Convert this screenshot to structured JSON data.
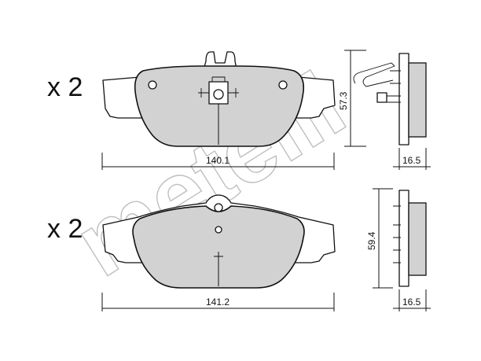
{
  "watermark": {
    "text": "metelli"
  },
  "pads": [
    {
      "quantity": "x 2",
      "width": "140.1",
      "height": "57.3",
      "thickness": "16.5"
    },
    {
      "quantity": "x 2",
      "width": "141.2",
      "height": "59.4",
      "thickness": "16.5"
    }
  ]
}
